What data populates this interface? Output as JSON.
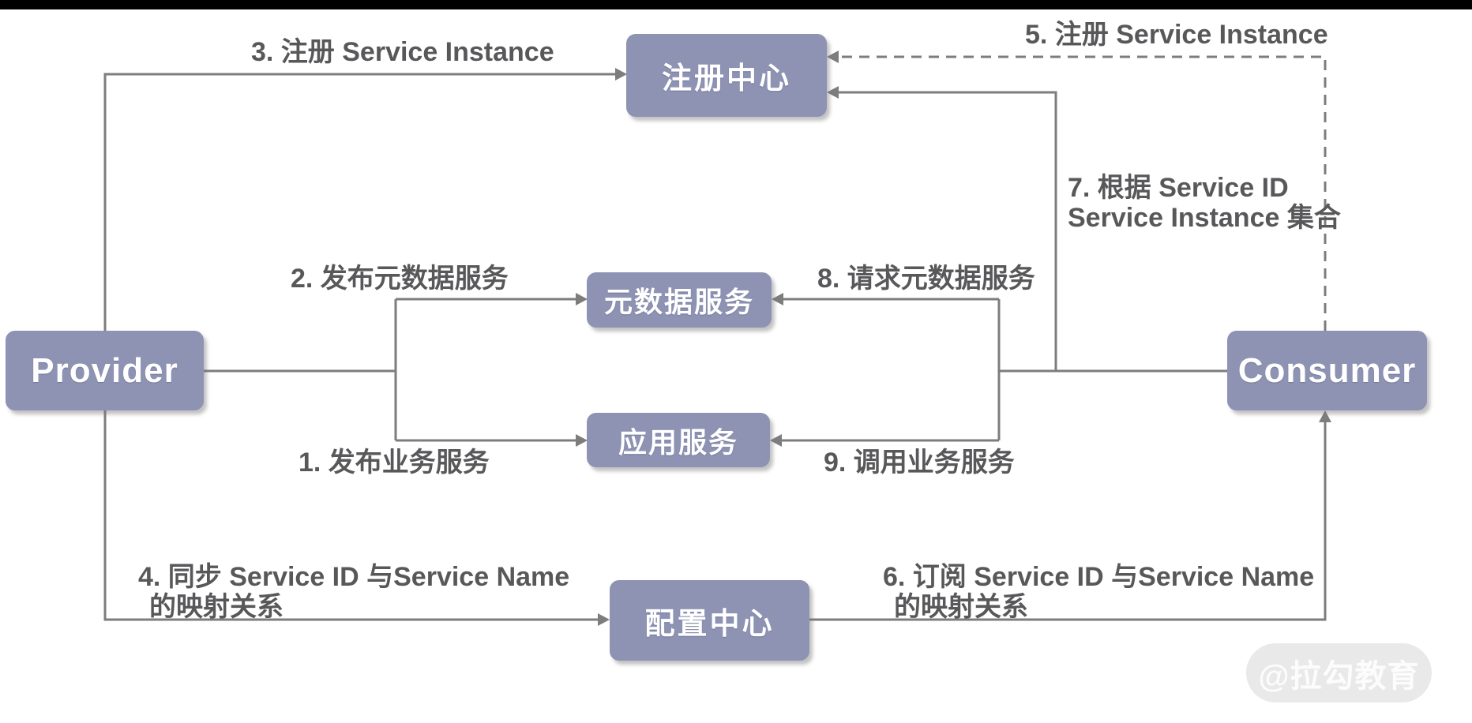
{
  "diagram": {
    "nodes": {
      "registry": {
        "label": "注册中心"
      },
      "metadata_service": {
        "label": "元数据服务"
      },
      "app_service": {
        "label": "应用服务"
      },
      "config_center": {
        "label": "配置中心"
      },
      "provider": {
        "label": "Provider"
      },
      "consumer": {
        "label": "Consumer"
      }
    },
    "edges": {
      "e1": {
        "label": "1. 发布业务服务"
      },
      "e2": {
        "label": "2. 发布元数据服务"
      },
      "e3": {
        "label": "3. 注册 Service Instance"
      },
      "e4": {
        "line1": "4. 同步 Service ID 与Service Name",
        "line2": "的映射关系"
      },
      "e5": {
        "label": "5. 注册 Service Instance"
      },
      "e6": {
        "line1": "6. 订阅 Service ID 与Service Name",
        "line2": "的映射关系"
      },
      "e7": {
        "line1": "7. 根据 Service ID",
        "line2": "Service Instance 集合"
      },
      "e8": {
        "label": "8. 请求元数据服务"
      },
      "e9": {
        "label": "9. 调用业务服务"
      }
    },
    "watermark": "@拉勾教育",
    "colors": {
      "node_fill": "#8e93b4",
      "node_text": "#ffffff",
      "line": "#7d7d7d",
      "label_text": "#58585a",
      "watermark_bg": "#e9e9e9",
      "watermark_text": "#fcfcfc",
      "letterbox": "#000000"
    }
  }
}
